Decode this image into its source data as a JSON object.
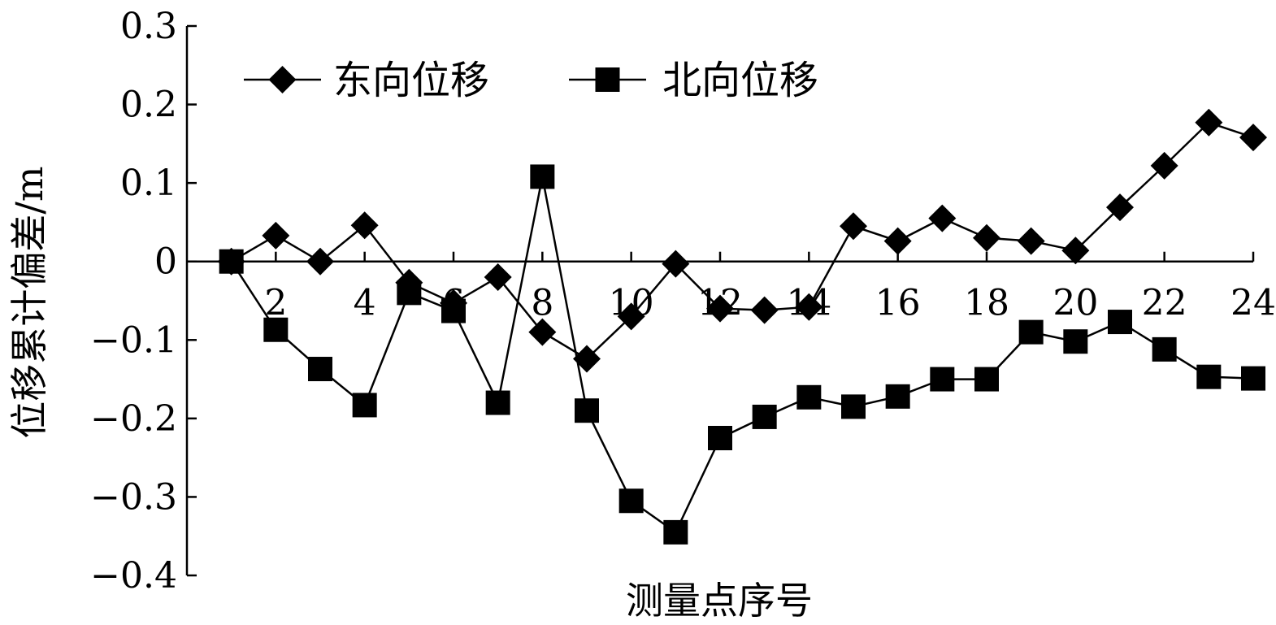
{
  "chart_data": {
    "type": "line",
    "title": "",
    "xlabel": "测量点序号",
    "ylabel": "位移累计偏差/m",
    "x": [
      1,
      2,
      3,
      4,
      5,
      6,
      7,
      8,
      9,
      10,
      11,
      12,
      13,
      14,
      15,
      16,
      17,
      18,
      19,
      20,
      21,
      22,
      23,
      24
    ],
    "xlim": [
      0,
      24
    ],
    "ylim": [
      -0.4,
      0.3
    ],
    "x_ticks": [
      2,
      4,
      6,
      8,
      10,
      12,
      14,
      16,
      18,
      20,
      22,
      24
    ],
    "x_tick_labels": [
      "2",
      "4",
      "6",
      "8",
      "10",
      "12",
      "14",
      "16",
      "18",
      "20",
      "22",
      "24"
    ],
    "y_ticks": [
      0.3,
      0.2,
      0.1,
      0,
      -0.1,
      -0.2,
      -0.3,
      -0.4
    ],
    "y_tick_labels": [
      "0.3",
      "0.2",
      "0.1",
      "0",
      "−0.1",
      "−0.2",
      "−0.3",
      "−0.4"
    ],
    "grid": false,
    "legend_position": "top-left",
    "series": [
      {
        "name": "东向位移",
        "marker": "diamond",
        "color": "#000000",
        "values": [
          0.0,
          0.033,
          0.0,
          0.046,
          -0.027,
          -0.053,
          -0.02,
          -0.09,
          -0.124,
          -0.07,
          -0.003,
          -0.06,
          -0.062,
          -0.058,
          0.045,
          0.026,
          0.055,
          0.03,
          0.026,
          0.014,
          0.069,
          0.122,
          0.177,
          0.158
        ]
      },
      {
        "name": "北向位移",
        "marker": "square",
        "color": "#000000",
        "values": [
          0.0,
          -0.087,
          -0.137,
          -0.183,
          -0.04,
          -0.063,
          -0.18,
          0.108,
          -0.19,
          -0.305,
          -0.345,
          -0.225,
          -0.198,
          -0.173,
          -0.185,
          -0.172,
          -0.15,
          -0.15,
          -0.09,
          -0.102,
          -0.077,
          -0.112,
          -0.147,
          -0.149
        ]
      }
    ]
  }
}
